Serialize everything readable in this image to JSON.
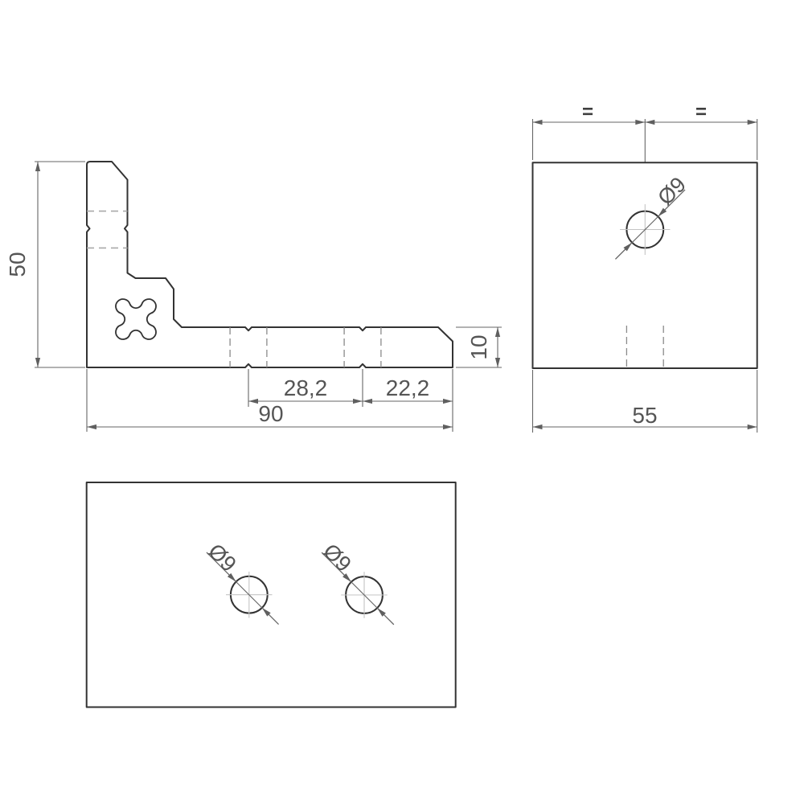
{
  "drawing": {
    "side_view": {
      "height_label": "50",
      "length_label": "90",
      "groove1_label": "28,2",
      "groove2_label": "22,2",
      "thickness_label": "10"
    },
    "end_view": {
      "width_label": "55",
      "equal_left_label": "=",
      "equal_right_label": "=",
      "hole_label": "Ø9"
    },
    "bottom_view": {
      "hole1_label": "Ø9",
      "hole2_label": "Ø9"
    },
    "colors": {
      "outline": "#333333",
      "dimension": "#666666",
      "text": "#555555",
      "hidden": "#a9a9a9",
      "centerline": "#c4c4c4",
      "background": "#ffffff"
    }
  }
}
